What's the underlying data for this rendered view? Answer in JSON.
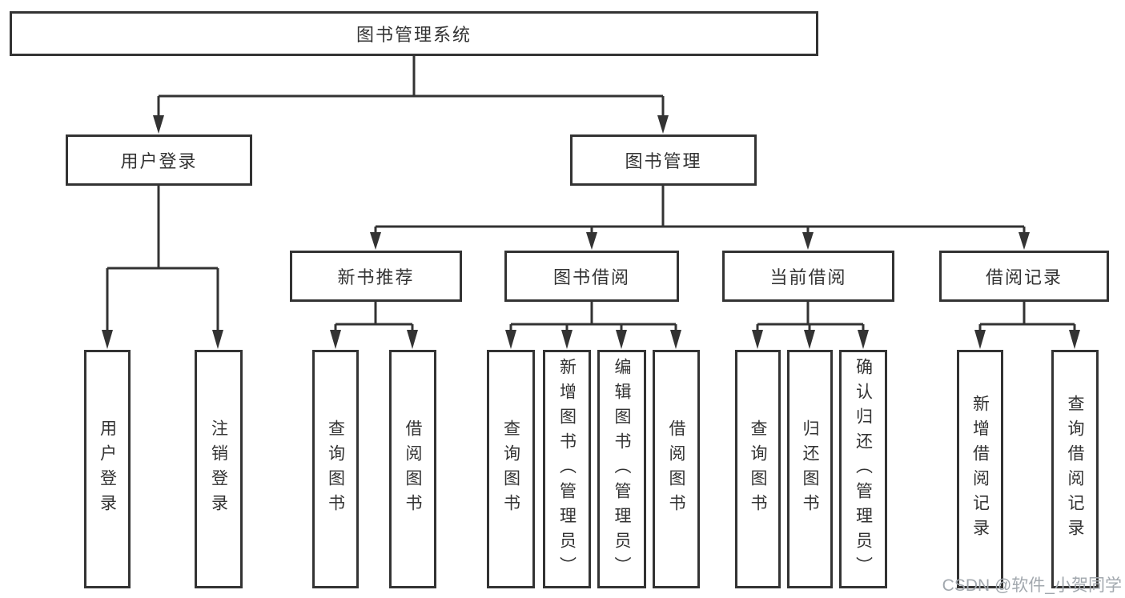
{
  "colors": {
    "line": "#333333",
    "border": "#333333",
    "text": "#333333",
    "background": "#ffffff",
    "watermark": "#a2a8ae"
  },
  "watermark": {
    "text": "CSDN @软件_小贺同学"
  },
  "tree": {
    "root": {
      "label": "图书管理系统"
    },
    "branches": [
      {
        "label": "用户登录",
        "children": [
          {
            "label": "用户登录"
          },
          {
            "label": "注销登录"
          }
        ]
      },
      {
        "label": "图书管理",
        "children": [
          {
            "label": "新书推荐",
            "children": [
              {
                "label": "查询图书"
              },
              {
                "label": "借阅图书"
              }
            ]
          },
          {
            "label": "图书借阅",
            "children": [
              {
                "label": "查询图书"
              },
              {
                "label": "新增图书（管理员）"
              },
              {
                "label": "编辑图书（管理员）"
              },
              {
                "label": "借阅图书"
              }
            ]
          },
          {
            "label": "当前借阅",
            "children": [
              {
                "label": "查询图书"
              },
              {
                "label": "归还图书"
              },
              {
                "label": "确认归还（管理员）"
              }
            ]
          },
          {
            "label": "借阅记录",
            "children": [
              {
                "label": "新增借阅记录"
              },
              {
                "label": "查询借阅记录"
              }
            ]
          }
        ]
      }
    ]
  }
}
